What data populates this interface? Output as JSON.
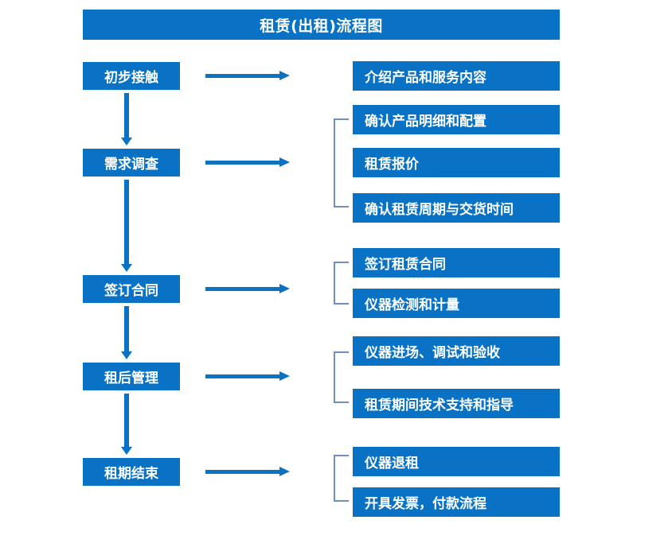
{
  "chart_data": {
    "type": "diagram",
    "title": "租赁(出租)流程图",
    "diagram_kind": "flowchart",
    "orientation": "vertical-stages-with-horizontal-details",
    "accent_color": "#0a72c4",
    "arrow_color": "#0d72c0",
    "bracket_color": "#6f8fbd",
    "text_color": "#ffffff",
    "background": "#ffffff",
    "stages": [
      {
        "id": "stage-1",
        "label": "初步接触",
        "details": [
          "介绍产品和服务内容"
        ],
        "bracketed": false
      },
      {
        "id": "stage-2",
        "label": "需求调查",
        "details": [
          "确认产品明细和配置",
          "租赁报价",
          "确认租赁周期与交货时间"
        ],
        "bracketed": true
      },
      {
        "id": "stage-3",
        "label": "签订合同",
        "details": [
          "签订租赁合同",
          "仪器检测和计量"
        ],
        "bracketed": true
      },
      {
        "id": "stage-4",
        "label": "租后管理",
        "details": [
          "仪器进场、调试和验收",
          "租赁期间技术支持和指导"
        ],
        "bracketed": true
      },
      {
        "id": "stage-5",
        "label": "租期结束",
        "details": [
          "仪器退租",
          "开具发票，付款流程"
        ],
        "bracketed": true
      }
    ],
    "connectors": {
      "vertical_arrow_count": 4,
      "horizontal_arrow_count": 5
    }
  },
  "header": {
    "title": "租赁(出租)流程图"
  },
  "stages": {
    "s1": {
      "label": "初步接触"
    },
    "s2": {
      "label": "需求调查"
    },
    "s3": {
      "label": "签订合同"
    },
    "s4": {
      "label": "租后管理"
    },
    "s5": {
      "label": "租期结束"
    }
  },
  "details": {
    "d1": {
      "label": "介绍产品和服务内容"
    },
    "d2": {
      "label": "确认产品明细和配置"
    },
    "d3": {
      "label": "租赁报价"
    },
    "d4": {
      "label": "确认租赁周期与交货时间"
    },
    "d5": {
      "label": "签订租赁合同"
    },
    "d6": {
      "label": "仪器检测和计量"
    },
    "d7": {
      "label": "仪器进场、调试和验收"
    },
    "d8": {
      "label": "租赁期间技术支持和指导"
    },
    "d9": {
      "label": "仪器退租"
    },
    "d10": {
      "label": "开具发票，付款流程"
    }
  }
}
